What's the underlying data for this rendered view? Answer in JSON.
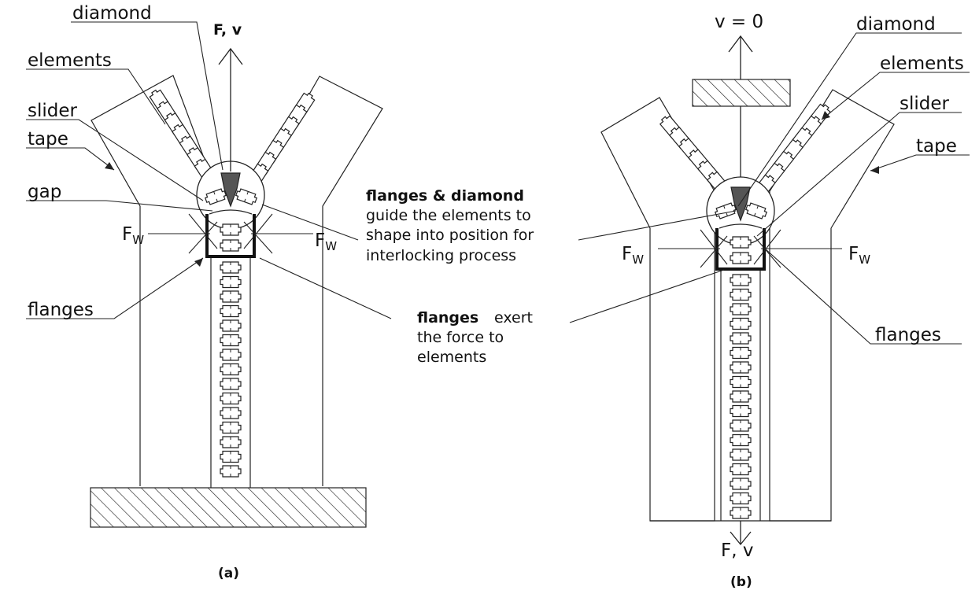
{
  "panel_a": {
    "top_force": "F, v",
    "labels": {
      "diamond": "diamond",
      "elements": "elements",
      "slider": "slider",
      "tape": "tape",
      "gap": "gap",
      "flanges": "flanges",
      "fw_left": "F",
      "fw_left_sub": "W",
      "fw_right": "F",
      "fw_right_sub": "W"
    },
    "caption": "(a)"
  },
  "panel_b": {
    "top_velocity": "v = 0",
    "bottom_force": "F, v",
    "labels": {
      "diamond": "diamond",
      "elements": "elements",
      "slider": "slider",
      "tape": "tape",
      "flanges": "flanges",
      "fw_left": "F",
      "fw_left_sub": "W",
      "fw_right": "F",
      "fw_right_sub": "W"
    },
    "caption": "(b)"
  },
  "annotations": {
    "flanges_diamond_title": "flanges & diamond",
    "flanges_diamond_line1": "guide the elements to",
    "flanges_diamond_line2": "shape into position for",
    "flanges_diamond_line3": "interlocking process",
    "flanges_title": "flanges",
    "flanges_line1": "exert",
    "flanges_line2": "the force to",
    "flanges_line3": "elements"
  }
}
